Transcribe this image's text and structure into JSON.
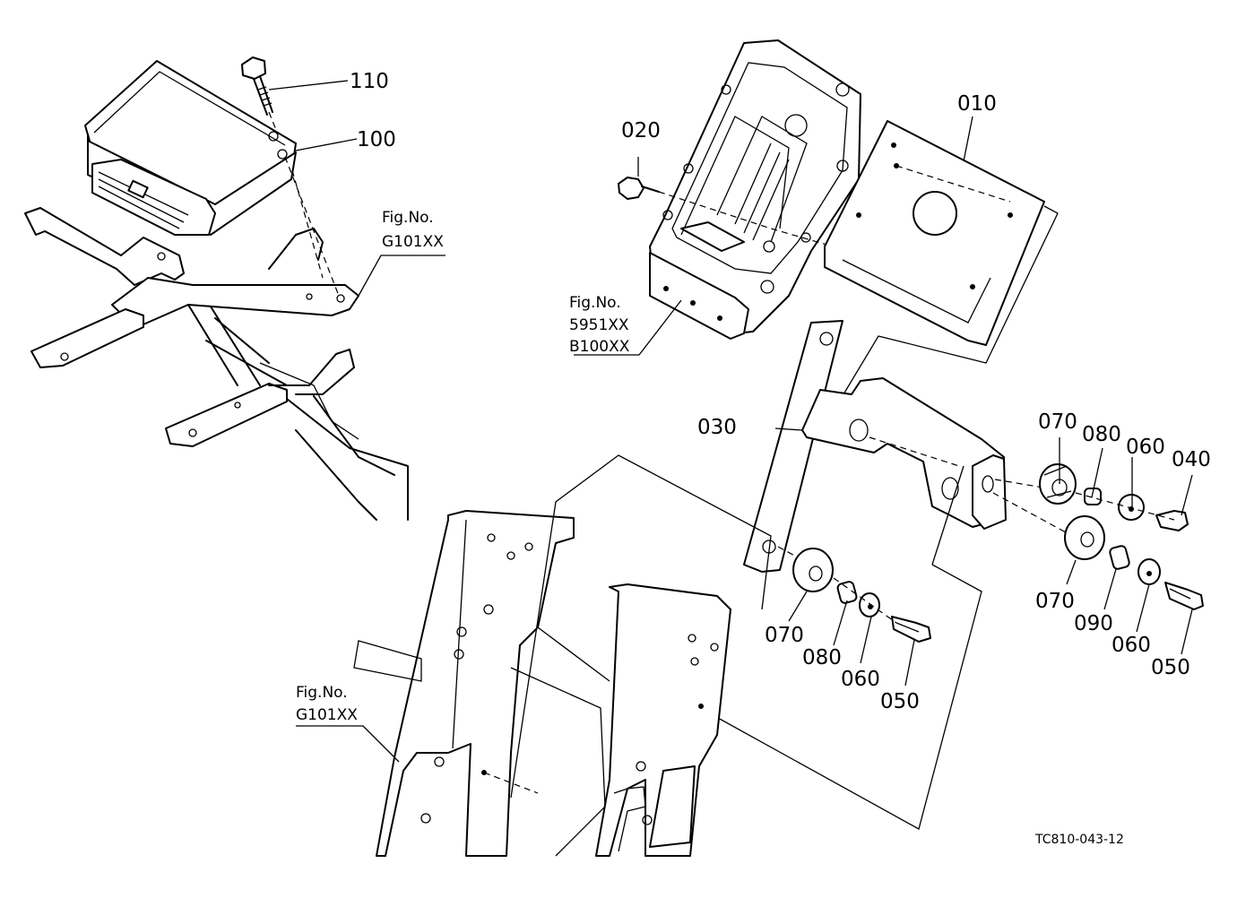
{
  "figure_code": "TC810-043-12",
  "references": [
    {
      "label": "Fig.No.",
      "code": "G101XX"
    },
    {
      "label": "Fig.No.",
      "code": "5951XX",
      "code2": "B100XX"
    },
    {
      "label": "Fig.No.",
      "code": "G101XX"
    }
  ],
  "parts": {
    "p010": "010",
    "p020": "020",
    "p030": "030",
    "p040": "040",
    "p050a": "050",
    "p050b": "050",
    "p060a": "060",
    "p060b": "060",
    "p060c": "060",
    "p070a": "070",
    "p070b": "070",
    "p070c": "070",
    "p080a": "080",
    "p080b": "080",
    "p090": "090",
    "p100": "100",
    "p110": "110"
  }
}
